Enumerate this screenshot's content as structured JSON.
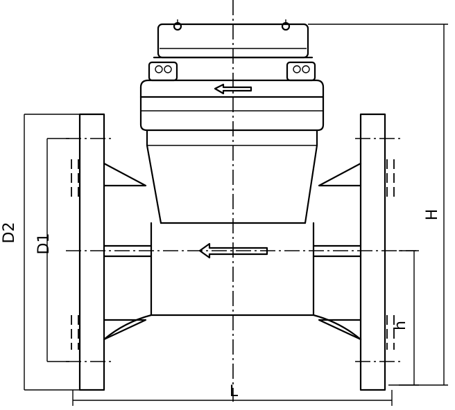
{
  "drawing": {
    "colors": {
      "ink": "#000000",
      "paper": "#ffffff"
    },
    "dimensions": {
      "d2": "D2",
      "d1": "D1",
      "h_total": "H",
      "h_axis": "h",
      "length": "L"
    }
  }
}
